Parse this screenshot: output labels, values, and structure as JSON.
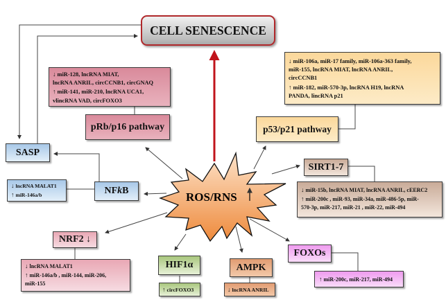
{
  "colors": {
    "senescence_border": "#b0282b",
    "main_arrow": "#c0141b",
    "ros_fill": "#f5a868",
    "pink": "#e9a8b5",
    "orange": "#fbd89b",
    "blue": "#a8c8e8",
    "brown": "#c9ab98",
    "green": "#a9c77d",
    "tan": "#e19c72",
    "violet": "#ef9bef"
  },
  "icons": {
    "up": "↑",
    "down": "↓"
  },
  "senescence": {
    "label": "CELL SENESCENCE"
  },
  "ros": {
    "label": "ROS/RNS",
    "trend_icon": "up-arrow-icon"
  },
  "prb": {
    "title": "pRb/p16 pathway",
    "down_lines": [
      "miR-128, lncRNA MIAT,",
      "lncRNA ANRIL, circCCNB1, circGNAQ"
    ],
    "up_lines": [
      "miR-141, miR-210, lncRNA UCA1,",
      "vlincRNA VAD, circFOXO3"
    ]
  },
  "p53": {
    "title": "p53/p21 pathway",
    "down_lines": [
      "miR-106a, miR-17 family, miR-106a-363 family,",
      "miR-155, lncRNA MIAT,  lncRNA ANRIL,",
      "circCCNB1"
    ],
    "up_lines": [
      "miR-182, miR-570-3p, lncRNA H19, lncRNA",
      "PANDA, lincRNA p21"
    ]
  },
  "sasp": {
    "title": "SASP"
  },
  "nfkb": {
    "title_prefix": "NF ",
    "title_italic": "k",
    "title_suffix": "B",
    "down_lines": [
      "lncRNA MALAT1"
    ],
    "up_lines": [
      "miR-146a/b"
    ]
  },
  "sirt": {
    "title": "SIRT1-7",
    "down_lines": [
      "miR-15b, lncRNA MIAT, lncRNA ANRIL, cEERC2"
    ],
    "up_lines": [
      "miR-200c , miR-93, miR-34a, miR-486-5p, miR-",
      "570-3p, miR-217, miR-21 , miR-22, miR-494"
    ]
  },
  "nrf2": {
    "title": "NRF2",
    "trend": "down",
    "down_lines": [
      "lncRNA MALAT1"
    ],
    "up_lines": [
      "miR-146a/b , miR-144, miR-206,",
      " miR-155"
    ]
  },
  "hif": {
    "title": "HIF1α",
    "up_lines": [
      "circFOXO3"
    ]
  },
  "ampk": {
    "title": "AMPK",
    "down_lines": [
      "lncRNA ANRIL"
    ]
  },
  "foxo": {
    "title": "FOXOs",
    "up_lines": [
      "miR-200c, miR-217, miR-494"
    ]
  }
}
